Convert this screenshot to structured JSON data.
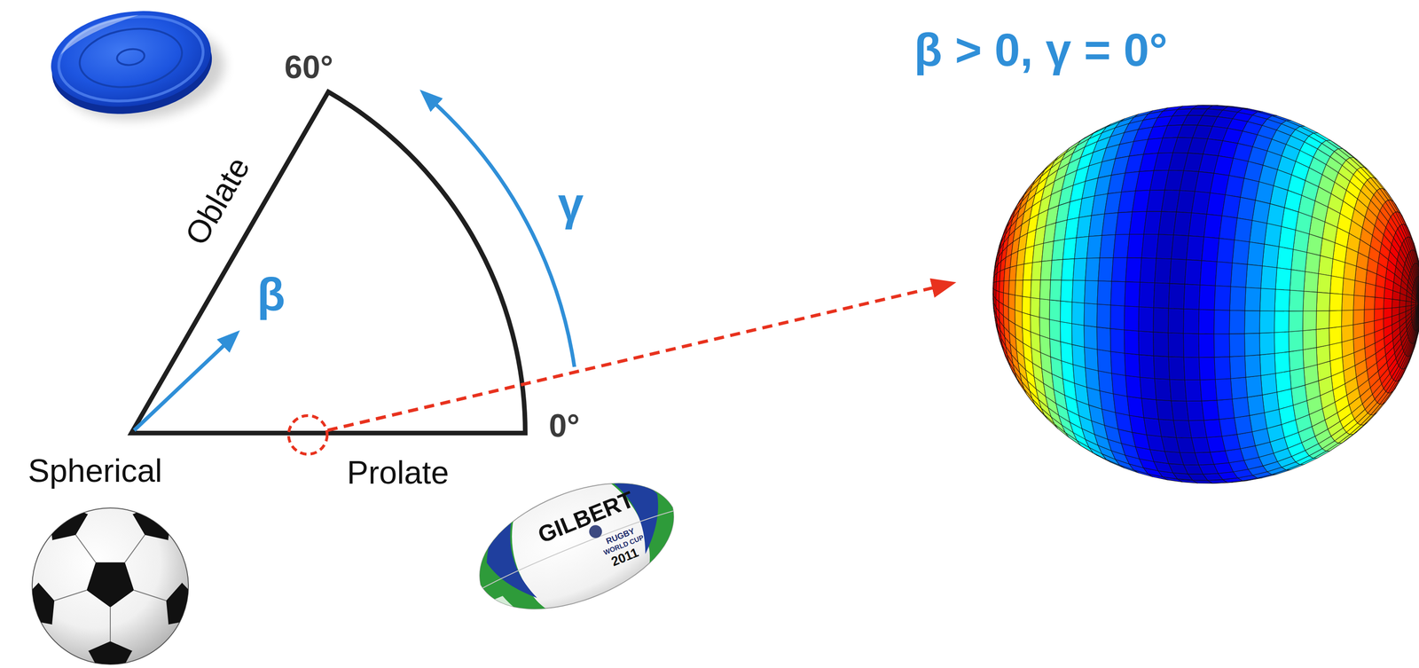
{
  "diagram": {
    "labels": [
      "60°",
      "Oblate",
      "β",
      "γ",
      "0°",
      "Spherical",
      "Prolate",
      "β > 0, γ = 0°",
      "GILBERT",
      "RUGBY",
      "WORLD CUP",
      "2011"
    ]
  }
}
